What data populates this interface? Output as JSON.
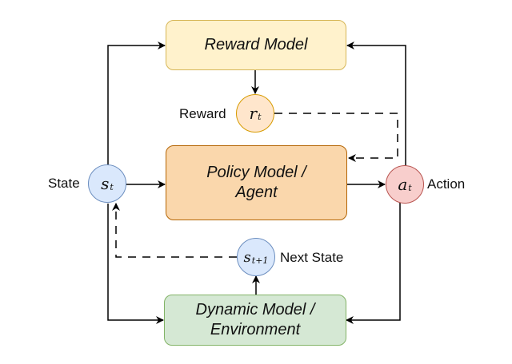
{
  "diagram": {
    "type": "reinforcement-learning-loop",
    "colors": {
      "reward_model_fill": "#fff2cc",
      "reward_model_stroke": "#d6b656",
      "policy_fill": "#fad7ac",
      "policy_stroke": "#b46504",
      "dynamic_fill": "#d5e8d4",
      "dynamic_stroke": "#82b366",
      "state_fill": "#dae8fc",
      "state_stroke": "#6c8ebf",
      "reward_fill": "#ffe6cc",
      "reward_stroke": "#d79b00",
      "action_fill": "#f8cecc",
      "action_stroke": "#b85450",
      "edge": "#000000"
    },
    "boxes": {
      "reward_model": {
        "label": "Reward Model"
      },
      "policy_model": {
        "line1": "Policy Model /",
        "line2": "Agent"
      },
      "dynamic_model": {
        "line1": "Dynamic Model /",
        "line2": "Environment"
      }
    },
    "nodes": {
      "state": {
        "symbol": "s",
        "subscript": "t",
        "label": "State"
      },
      "reward": {
        "symbol": "r",
        "subscript": "t",
        "label": "Reward"
      },
      "action": {
        "symbol": "a",
        "subscript": "t",
        "label": "Action"
      },
      "next_state": {
        "symbol": "s",
        "subscript": "t+1",
        "label": "Next State"
      }
    },
    "edges": [
      {
        "from": "state",
        "to": "reward_model",
        "style": "solid"
      },
      {
        "from": "state",
        "to": "policy_model",
        "style": "solid"
      },
      {
        "from": "state",
        "to": "dynamic_model",
        "style": "solid"
      },
      {
        "from": "action",
        "to": "reward_model",
        "style": "solid"
      },
      {
        "from": "action",
        "to": "dynamic_model",
        "style": "solid"
      },
      {
        "from": "policy_model",
        "to": "action",
        "style": "solid"
      },
      {
        "from": "reward_model",
        "to": "reward",
        "style": "solid"
      },
      {
        "from": "reward",
        "to": "policy_model",
        "style": "dashed"
      },
      {
        "from": "dynamic_model",
        "to": "next_state",
        "style": "solid"
      },
      {
        "from": "next_state",
        "to": "state",
        "style": "dashed"
      }
    ]
  }
}
